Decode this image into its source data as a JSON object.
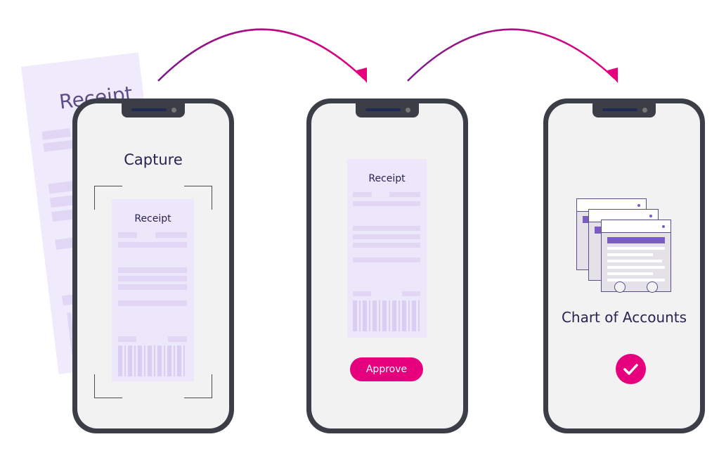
{
  "background_receipt": {
    "title": "Receipt"
  },
  "step1": {
    "title": "Capture",
    "receipt_title": "Receipt"
  },
  "step2": {
    "receipt_title": "Receipt",
    "button": "Approve"
  },
  "step3": {
    "title": "Chart of Accounts",
    "status_icon": "check-icon"
  },
  "colors": {
    "accent": "#e6007e",
    "arrow_start": "#7a1a8c",
    "purple": "#7b5cc4",
    "bezel": "#3b3e47"
  }
}
